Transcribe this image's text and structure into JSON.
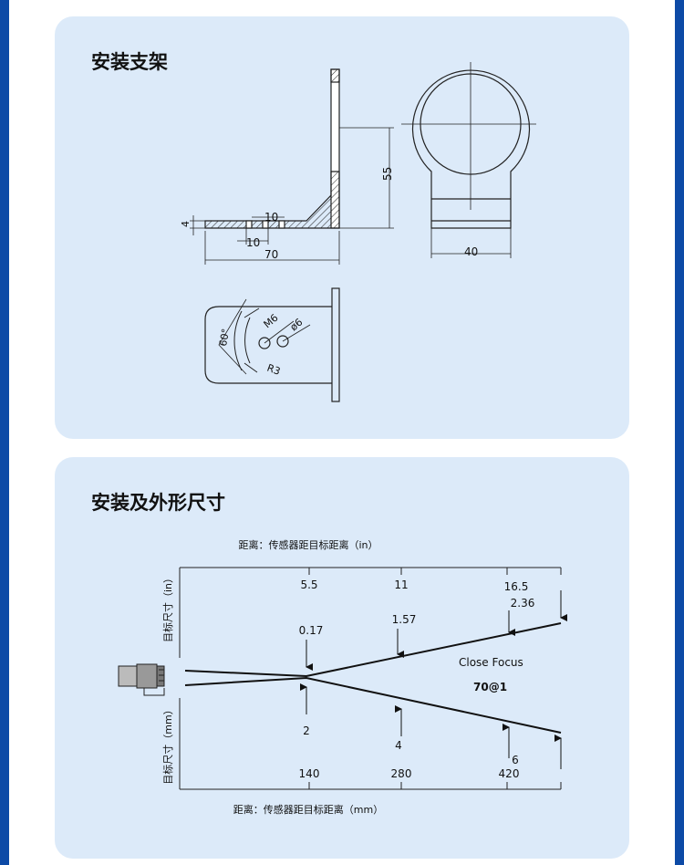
{
  "section1": {
    "title": "安装支架",
    "dims": {
      "thickness": "4",
      "slot_a": "10",
      "slot_b": "10",
      "base_length": "70",
      "height": "55",
      "ring_width": "40",
      "angle": "60°",
      "screw": "M6",
      "hole": "ø6",
      "radius": "R3"
    }
  },
  "section2": {
    "title": "安装及外形尺寸",
    "top_axis_label": "距离：传感器距目标距离（in）",
    "bottom_axis_label": "距离：传感器距目标距离（mm）",
    "top_side_label": "目标尺寸（in）",
    "bottom_side_label": "目标尺寸（mm）",
    "in_ticks": [
      "5.5",
      "11",
      "16.5"
    ],
    "mm_ticks": [
      "140",
      "280",
      "420"
    ],
    "in_values": [
      "0.17",
      "1.57",
      "2.36"
    ],
    "mm_values": [
      "2",
      "4",
      "6"
    ],
    "close_focus": "Close Focus",
    "focus_value": "70@1"
  }
}
